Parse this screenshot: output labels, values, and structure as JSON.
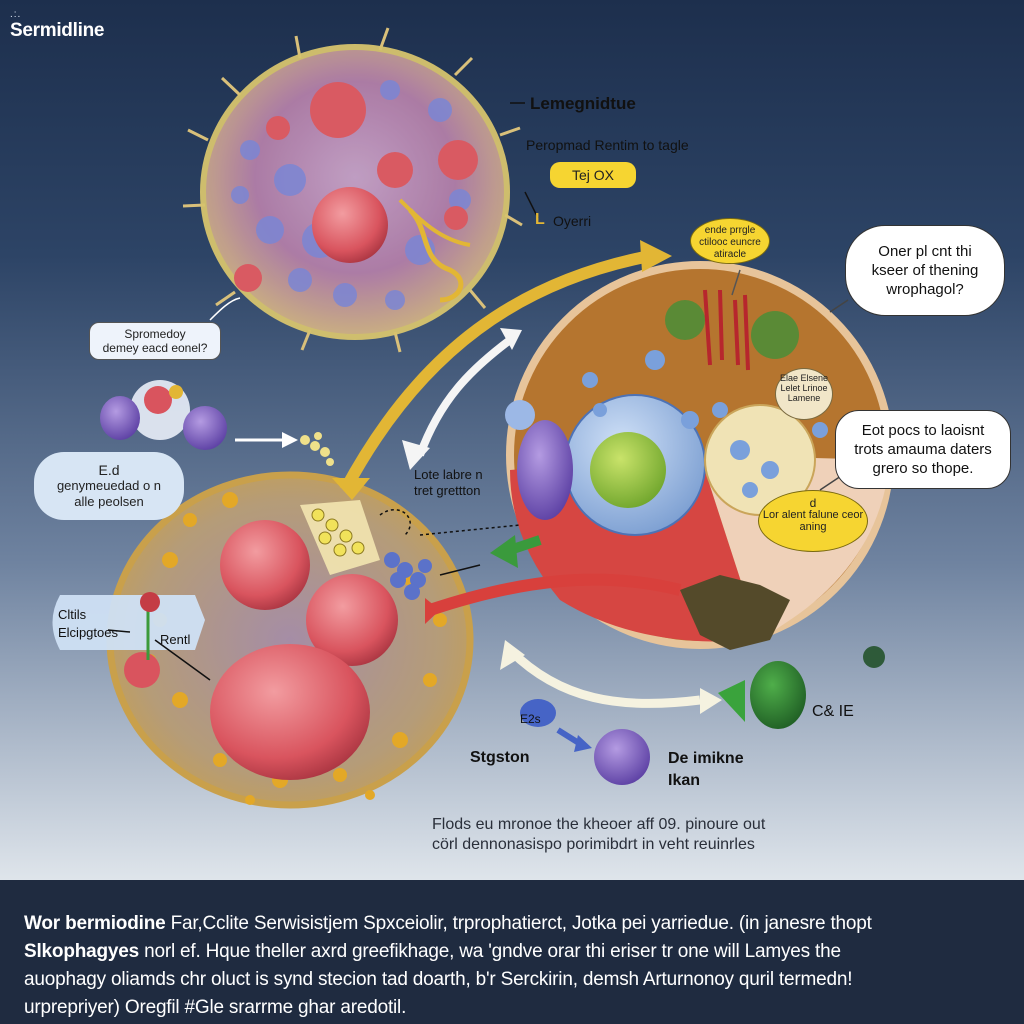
{
  "header": {
    "dots": ".:.",
    "title": "Sermidline"
  },
  "labels": {
    "top_right_title": "Lemegnidtue",
    "top_right_subtitle": "Peropmad Rentim to tagle",
    "top_right_pill": "Tej OX",
    "top_right_letter": "L",
    "top_right_oyerri": "Oyerri",
    "left_box_line1": "Spromedoy",
    "left_box_line2": "demey eacd eonel?",
    "left_bubble_head": "E.d",
    "left_bubble_line1": "genymeuedad o n",
    "left_bubble_line2": "alle peolsen",
    "center_label_line1": "Lote labre n",
    "center_label_line2": "tret grettton",
    "cell_box_line1": "Cltils",
    "cell_box_line2": "Elcipgtoes",
    "cell_box_rent": "Rentl",
    "yellow_bubble": "ende prrgle ctilooc euncre atiracle",
    "speech_bubble_1": "Oner pl cnt thi kseer of thening wrophagol?",
    "inner_box": "Elae Elsene Lelet Lrinoe Lamene",
    "speech_bubble_2": "Eot pocs to laoisnt trots amauma daters grero so thope.",
    "yellow_oval_head": "d",
    "yellow_oval_text": "Lor alent falune ceor aning",
    "stgston": "Stgston",
    "de_imikne": "De imikne",
    "ikan": "Ikan",
    "cell_label": "C& IE",
    "e2_label": "E2s",
    "caption_line1": "Flods eu mronoe the kheoer aff 09. pinoure out",
    "caption_line2": "cörl dennonasispo porimibdrt in veht reuinrles"
  },
  "description": {
    "lines": [
      {
        "bold": "Wor bermiodine",
        "rest": " Far,Cclite Serwisistjem Spxceiolir, trprophatierct, Jotka pei yarriedue. (in janesre thopt"
      },
      {
        "bold": "Slkophagyes",
        "rest": " norl ef. Hque theller axrd greefikhage, wa 'gndve orar thi eriser tr one will Lamyes the"
      },
      {
        "bold": "",
        "rest": "auophagy oliamds chr oluct is synd stecion tad doarth, b'r Serckirin, demsh Arturnonoy quril termedn!"
      },
      {
        "bold": "",
        "rest": "urprepriyer) Oregfil #Gle srarrme ghar aredotil."
      }
    ]
  },
  "colors": {
    "background_top": "#1d2f4d",
    "background_bottom": "#dfe5eb",
    "footer": "#1f2b40",
    "cell_membrane": "#c9a04b",
    "nucleus_red": "#de5a63",
    "arrow_yellow": "#e2b635",
    "arrow_red": "#d8403c",
    "arrow_green": "#3a9a3c",
    "vesicle_purple": "#7e5ec4"
  }
}
